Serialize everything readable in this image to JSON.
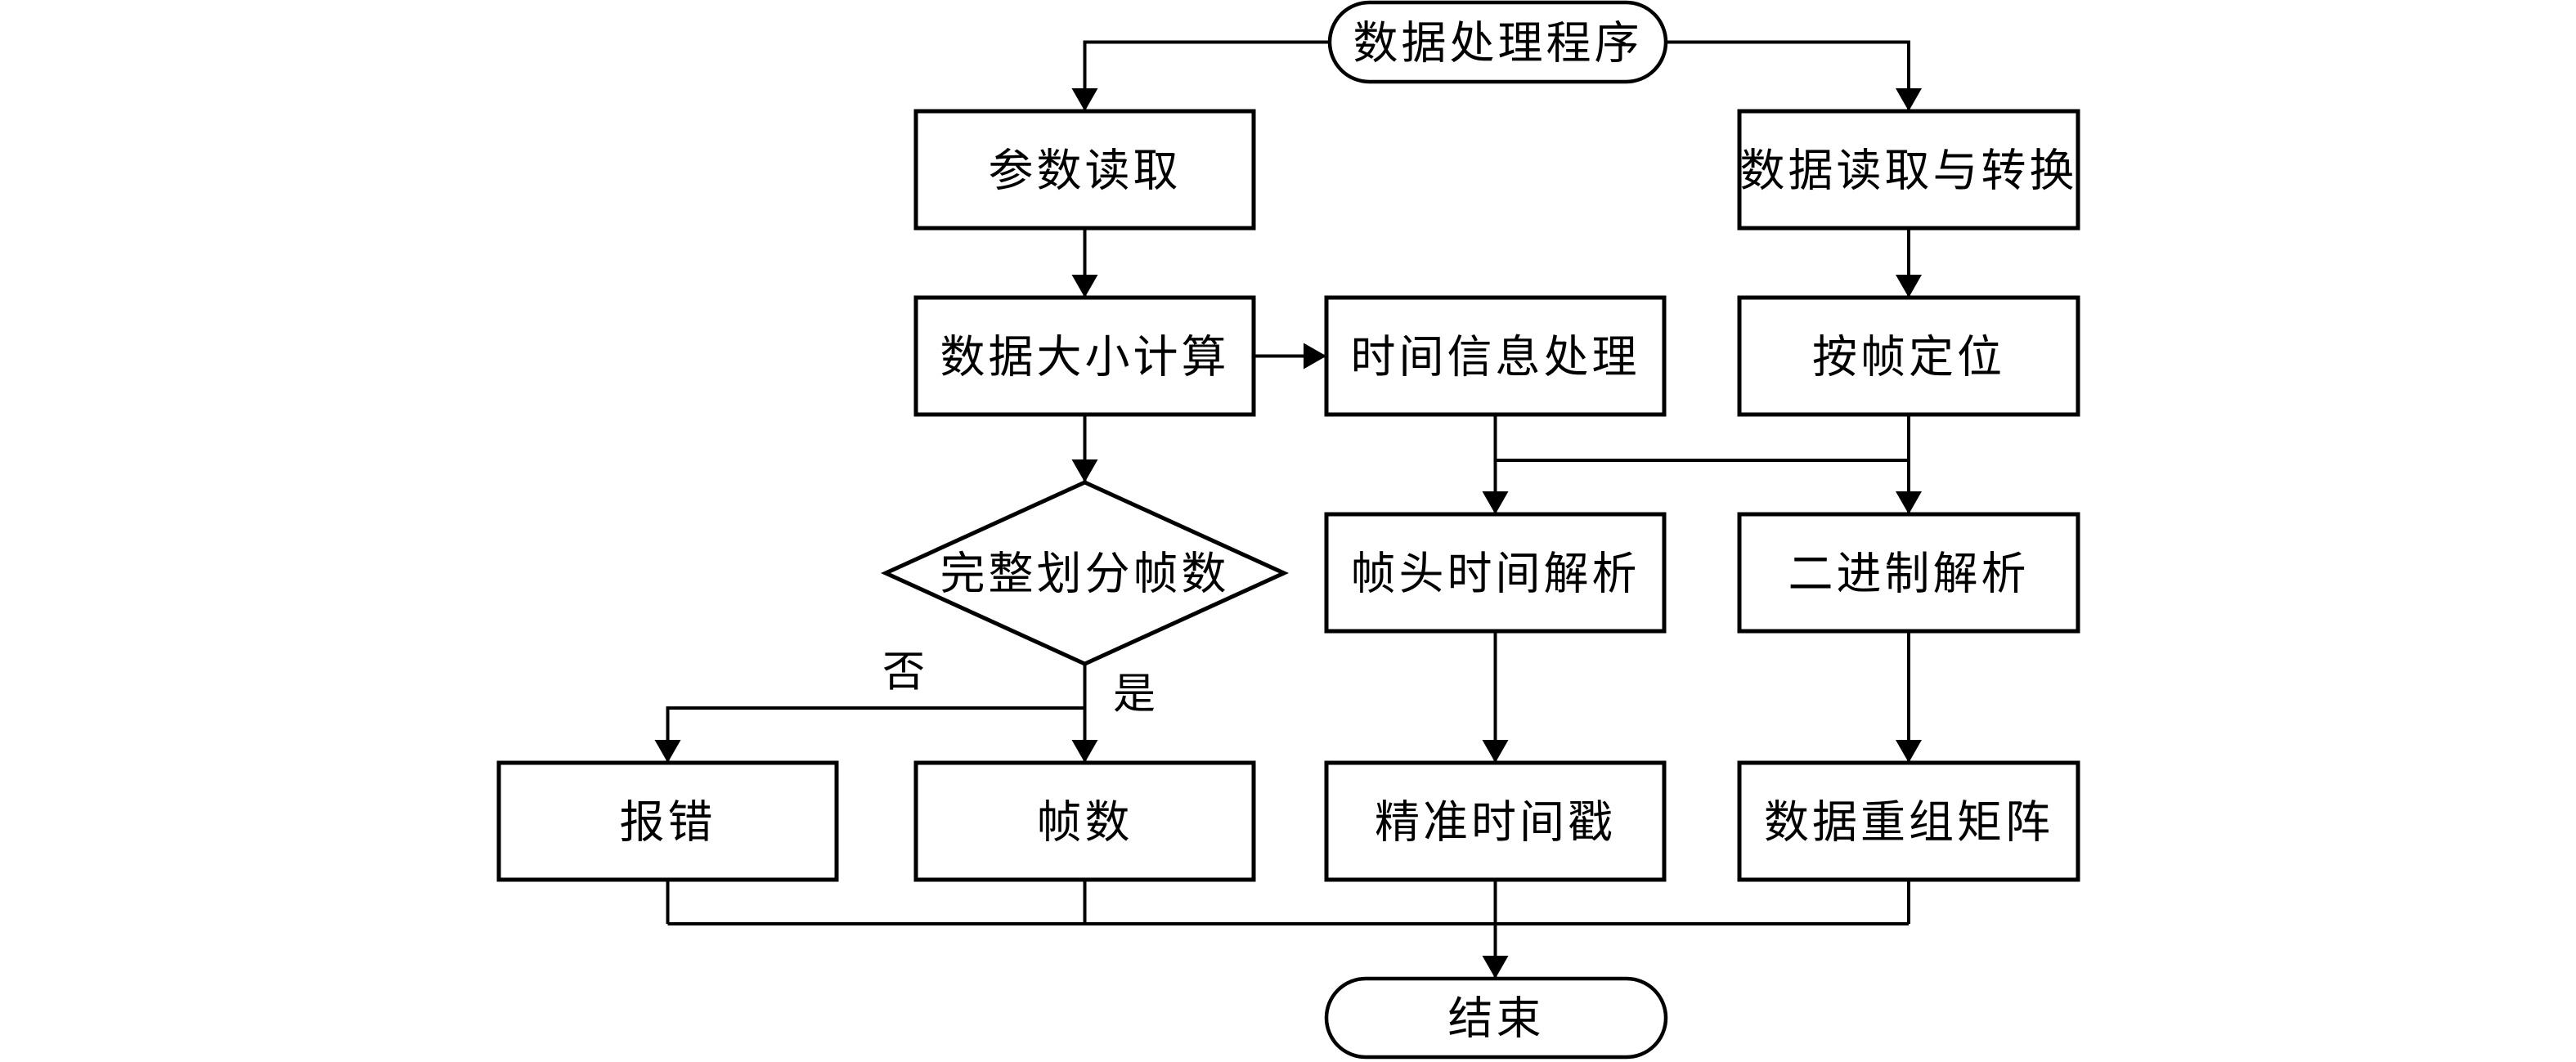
{
  "diagram": {
    "type": "flowchart",
    "background": "#ffffff",
    "colors": {
      "line": "#000000",
      "node_fill": "#ffffff",
      "text": "#000000"
    },
    "nodes": {
      "start": {
        "label": "数据处理程序",
        "shape": "terminator"
      },
      "param_read": {
        "label": "参数读取",
        "shape": "process"
      },
      "data_size_calc": {
        "label": "数据大小计算",
        "shape": "process"
      },
      "time_info_proc": {
        "label": "时间信息处理",
        "shape": "process"
      },
      "data_read_convert": {
        "label": "数据读取与转换",
        "shape": "process"
      },
      "frame_locate": {
        "label": "按帧定位",
        "shape": "process"
      },
      "decision_full_frames": {
        "label": "完整划分帧数",
        "shape": "decision"
      },
      "frame_header_time_parse": {
        "label": "帧头时间解析",
        "shape": "process"
      },
      "binary_parse": {
        "label": "二进制解析",
        "shape": "process"
      },
      "error_report": {
        "label": "报错",
        "shape": "process"
      },
      "frame_count": {
        "label": "帧数",
        "shape": "process"
      },
      "precise_timestamp": {
        "label": "精准时间戳",
        "shape": "process"
      },
      "data_reorg_matrix": {
        "label": "数据重组矩阵",
        "shape": "process"
      },
      "end": {
        "label": "结束",
        "shape": "terminator"
      }
    },
    "edge_labels": {
      "no": "否",
      "yes": "是"
    }
  }
}
